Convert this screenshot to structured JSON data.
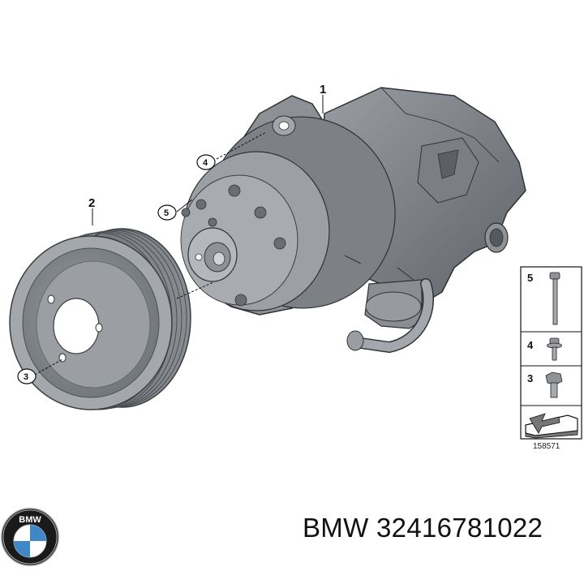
{
  "callouts": {
    "pump": "1",
    "pulley": "2",
    "pulley_bolt": "3",
    "pump_bolt_top": "4",
    "pump_bolt_side": "5"
  },
  "legend": {
    "items": [
      "5",
      "4",
      "3"
    ]
  },
  "diagram_code": "158571",
  "caption": {
    "brand": "BMW",
    "part_number": "32416781022"
  },
  "logo": {
    "text": "BMW",
    "colors": {
      "blue": "#3f87c9",
      "white": "#ffffff",
      "black": "#1a1a1a"
    }
  }
}
